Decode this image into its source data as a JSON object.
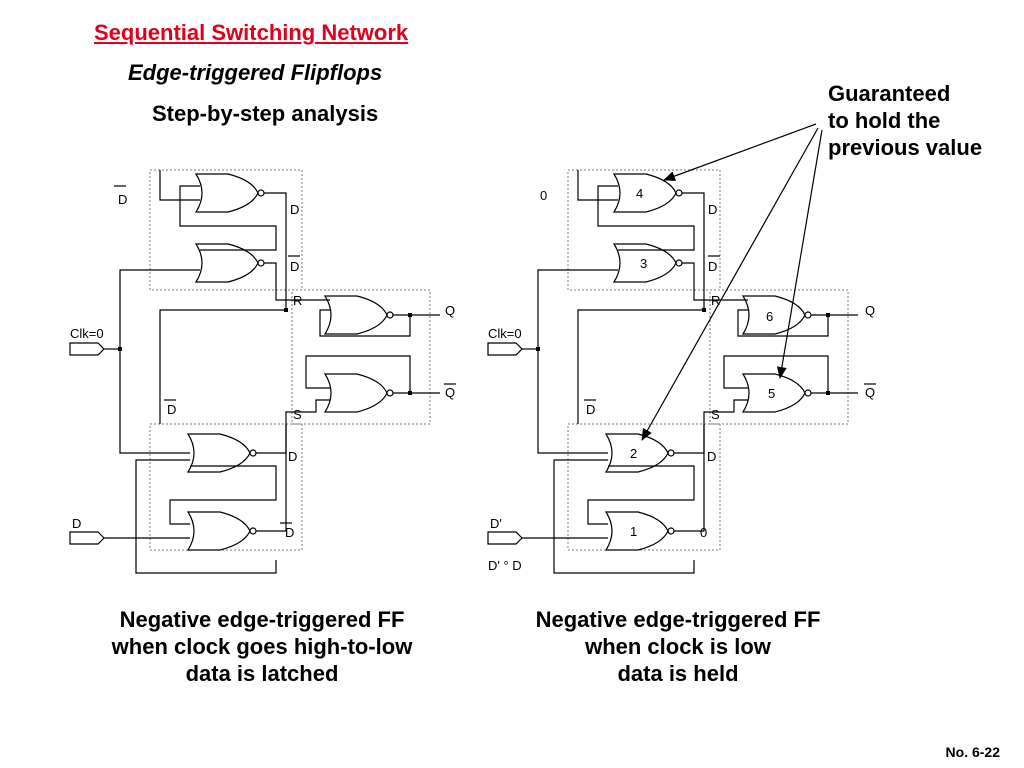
{
  "title": "Sequential Switching Network",
  "subtitle": "Edge-triggered Flipflops",
  "step_label": "Step-by-step analysis",
  "annotation": {
    "line1": "Guaranteed",
    "line2": "to hold the",
    "line3": "previous value"
  },
  "left_circuit": {
    "d_bar_top": "D",
    "d_out_gate4": "D",
    "d_bar_out_gate3": "D",
    "r_label": "R",
    "q_label": "Q",
    "q_bar_label": "Q",
    "s_label": "S",
    "d_bar_mid": "D",
    "d_out_gate2": "D",
    "d_bar_out_gate1": "D",
    "clk_label": "Clk=0",
    "d_input": "D"
  },
  "right_circuit": {
    "zero_top": "0",
    "d_out_gate4": "D",
    "d_bar_out_gate3": "D",
    "r_label": "R",
    "q_label": "Q",
    "q_bar_label": "Q",
    "s_label": "S",
    "d_bar_mid": "D",
    "d_out_gate2": "D",
    "out_gate1": "0",
    "clk_label": "Clk=0",
    "d_prime": "D'",
    "d_prime_equiv": "D' ° D",
    "gate_numbers": [
      "4",
      "3",
      "6",
      "5",
      "2",
      "1"
    ]
  },
  "caption_left": {
    "line1": "Negative edge-triggered FF",
    "line2": "when clock goes high-to-low",
    "line3": "data is latched"
  },
  "caption_right": {
    "line1": "Negative edge-triggered FF",
    "line2": "when clock is low",
    "line3": "data is held"
  },
  "page_number": "No. 6-22",
  "colors": {
    "title": "#e0001b",
    "text": "#000000",
    "box_outline": "#7a7a7a"
  }
}
